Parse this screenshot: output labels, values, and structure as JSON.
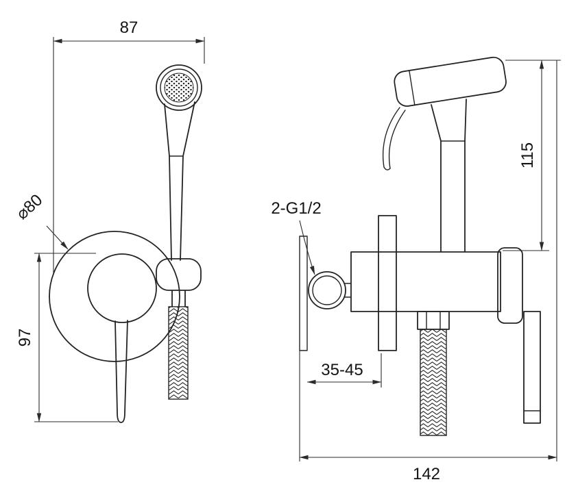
{
  "drawing": {
    "front_view": {
      "dim_width": "87",
      "dim_diameter": "⌀80",
      "dim_height": "97"
    },
    "side_view": {
      "dim_height": "115",
      "thread_label": "2-G1/2",
      "dim_depth_range": "35-45",
      "dim_total_depth": "142"
    },
    "colors": {
      "line": "#232323",
      "background": "#ffffff"
    }
  }
}
